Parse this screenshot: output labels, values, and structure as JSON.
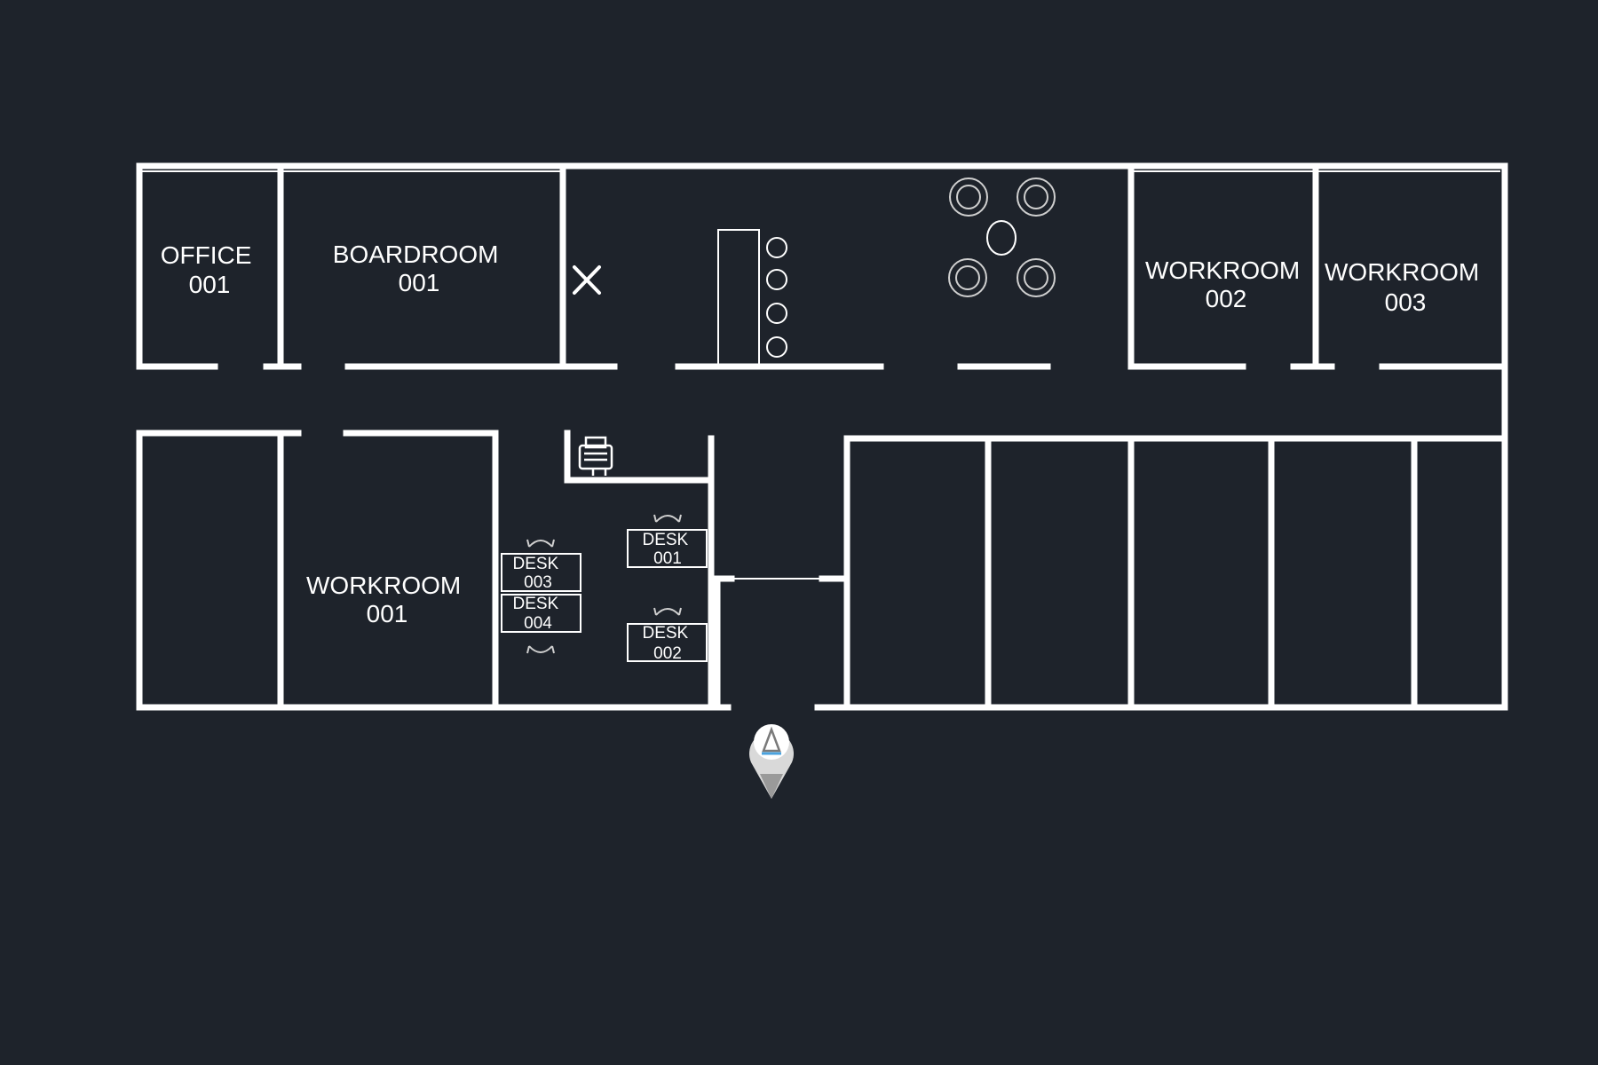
{
  "colors": {
    "background": "#1e232b",
    "walls": "#ffffff",
    "marker": "#d9d9d9",
    "marker_accent": "#4aa3df"
  },
  "rooms": {
    "office_001": {
      "line1": "OFFICE",
      "line2": "001"
    },
    "boardroom_001": {
      "line1": "BOARDROOM",
      "line2": "001"
    },
    "workroom_002": {
      "line1": "WORKROOM",
      "line2": "002"
    },
    "workroom_003": {
      "line1": "WORKROOM",
      "line2": "003"
    },
    "workroom_001": {
      "line1": "WORKROOM",
      "line2": "001"
    }
  },
  "desks": {
    "desk_001": {
      "line1": "DESK",
      "line2": "001"
    },
    "desk_002": {
      "line1": "DESK",
      "line2": "002"
    },
    "desk_003": {
      "line1": "DESK",
      "line2": "003"
    },
    "desk_004": {
      "line1": "DESK",
      "line2": "004"
    }
  },
  "icons": [
    "kitchen-utensils-icon",
    "printer-icon",
    "location-marker-icon"
  ]
}
